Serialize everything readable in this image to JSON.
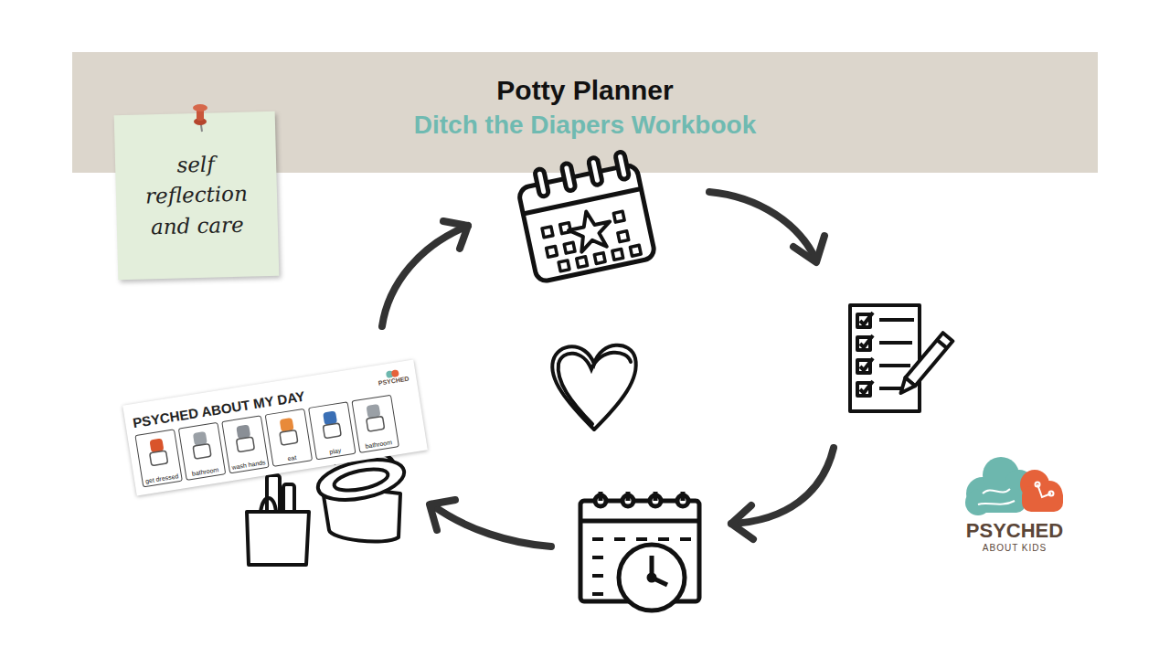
{
  "diagram": {
    "title": "Potty Planner",
    "nodes": [
      {
        "text": [
          "self reflection and care"
        ]
      },
      {
        "text": [
          "PSYCHED ABOUT MY DAY",
          "PSYCHED"
        ]
      },
      {
        "text": [
          "get dressed"
        ],
        "in": 1
      },
      {
        "text": [
          "bathroom"
        ],
        "in": 1
      },
      {
        "text": [
          "wash hands"
        ],
        "in": 1
      },
      {
        "text": [
          "eat"
        ],
        "in": 1
      },
      {
        "text": [
          "play"
        ],
        "in": 1
      },
      {
        "text": [
          "bathroom"
        ],
        "in": 1
      }
    ],
    "labels": [
      "Ditch the Diapers Workbook",
      "PSYCHED",
      "ABOUT KIDS"
    ]
  }
}
